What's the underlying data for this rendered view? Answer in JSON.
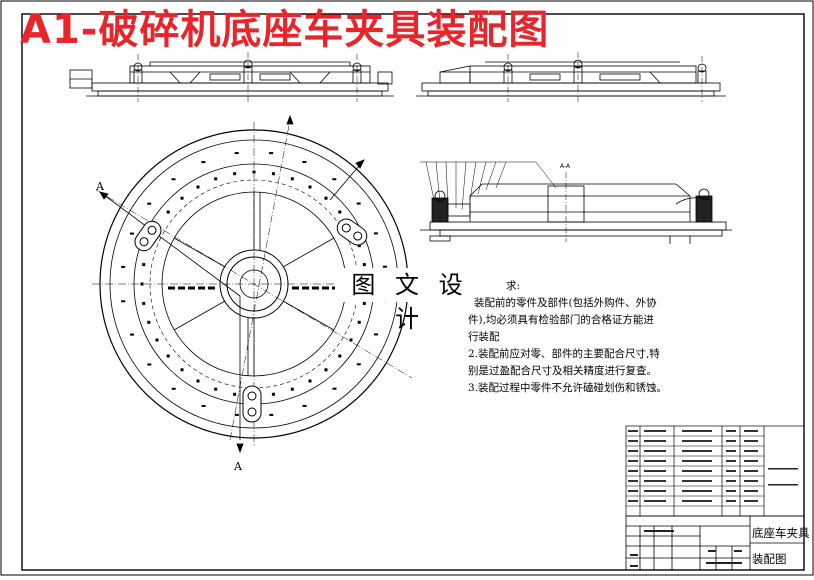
{
  "sheet": {
    "banner_title": "A1-破碎机底座车夹具装配图",
    "watermark": "图 文 设 计",
    "section_label_top": "A",
    "section_label_bottom": "A",
    "section_view_label": "A-A"
  },
  "notes": {
    "heading": "求:",
    "lines": [
      "装配前的零件及部件(包括外购件、外协",
      "件),均必须具有检验部门的合格证方能进",
      "行装配",
      "2.装配前应对零、部件的主要配合尺寸,特",
      "别是过盈配合尺寸及相关精度进行复查。",
      "3.装配过程中零件不允许磕碰划伤和锈蚀。"
    ]
  },
  "title_block": {
    "drawing_name_line1": "底座车夹具",
    "drawing_name_line2": "装配图"
  },
  "colors": {
    "banner": "#e8252a",
    "line": "#000000",
    "background": "#ffffff"
  }
}
